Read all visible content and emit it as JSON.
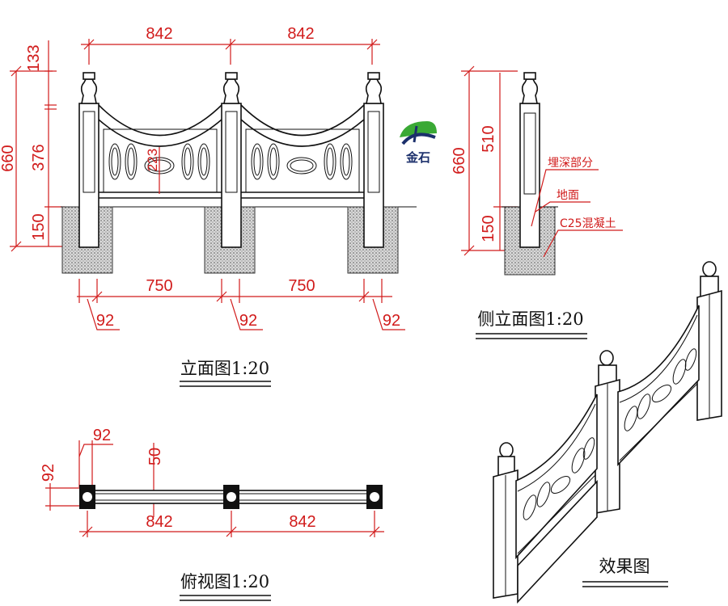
{
  "elevation": {
    "caption": "立面图1:20",
    "top_dims": [
      "842",
      "842"
    ],
    "bottom_spans": [
      "750",
      "750"
    ],
    "post_widths": [
      "92",
      "92",
      "92"
    ],
    "left_dims": {
      "total": "660",
      "cap": "133",
      "panel": "376",
      "base": "150"
    },
    "center_opening": "223"
  },
  "side": {
    "caption": "侧立面图1:20",
    "dims": {
      "total": "660",
      "above": "510",
      "base": "150"
    },
    "notes": [
      "埋深部分",
      "地面",
      "C25混凝土"
    ]
  },
  "plan": {
    "caption": "俯视图1:20",
    "post": "92",
    "post_depth": "92",
    "rail": "50",
    "spans": [
      "842",
      "842"
    ]
  },
  "render": {
    "caption": "效果图"
  },
  "logo": {
    "name": "金石",
    "colors": {
      "green": "#3aa935",
      "navy": "#1b2f6b"
    }
  }
}
